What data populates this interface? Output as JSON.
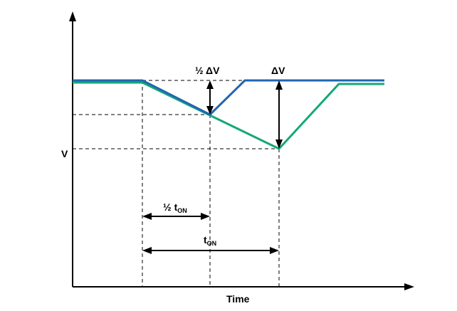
{
  "labels": {
    "y_axis": "V",
    "x_axis": "Time",
    "half_delta_v": "½ ΔV",
    "delta_v": "ΔV",
    "half_t_on_prefix": "½ t",
    "half_t_on_sub": "ON",
    "t_on_main": "t",
    "t_on_sub": "ON"
  },
  "colors": {
    "blue_trace": "#1f66b3",
    "green_trace": "#14a878",
    "axis": "#000000",
    "guide": "#000000"
  }
}
